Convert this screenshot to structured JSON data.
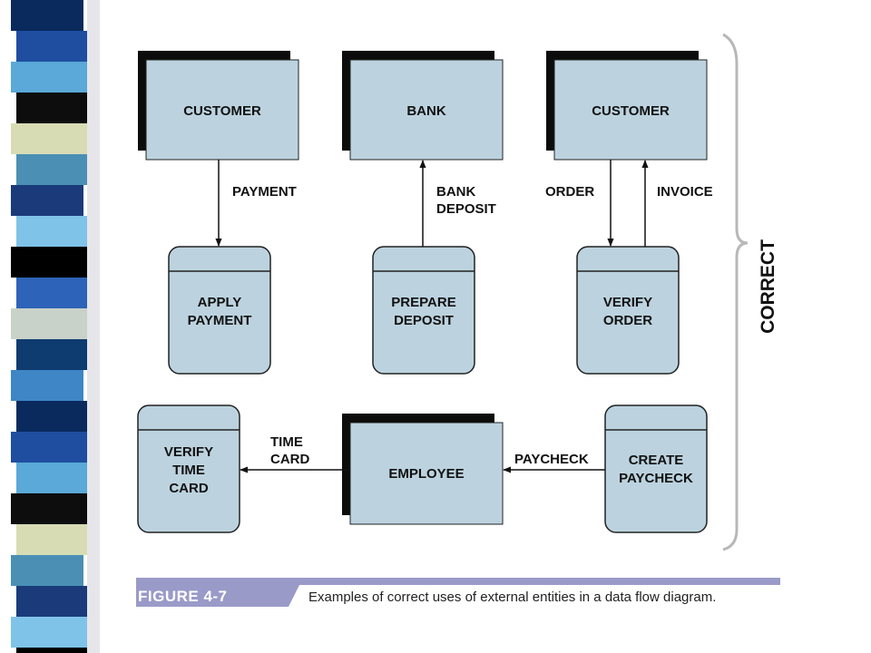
{
  "colors": {
    "box_fill": "#bcd3df",
    "shadow": "#0c0c0c",
    "figure_bar": "#9a9ac8",
    "strip": [
      "#0a2a5e",
      "#1f4ea0",
      "#5aa9d8",
      "#0d0d0d",
      "#d8dcb5",
      "#4b8fb5",
      "#1b3a7a",
      "#7fc3e8",
      "#000000",
      "#2d63b8",
      "#c9d2c8",
      "#0e3b70",
      "#3f86c6"
    ]
  },
  "entities": {
    "customer_1": "CUSTOMER",
    "bank": "BANK",
    "customer_2": "CUSTOMER",
    "employee": "EMPLOYEE"
  },
  "processes": {
    "apply_payment": [
      "APPLY",
      "PAYMENT"
    ],
    "prepare_deposit": [
      "PREPARE",
      "DEPOSIT"
    ],
    "verify_order": [
      "VERIFY",
      "ORDER"
    ],
    "verify_time_card": [
      "VERIFY",
      "TIME",
      "CARD"
    ],
    "create_paycheck": [
      "CREATE",
      "PAYCHECK"
    ]
  },
  "flows": {
    "payment": [
      "PAYMENT"
    ],
    "bank_deposit": [
      "BANK",
      "DEPOSIT"
    ],
    "order": [
      "ORDER"
    ],
    "invoice": [
      "INVOICE"
    ],
    "time_card": [
      "TIME",
      "CARD"
    ],
    "paycheck": [
      "PAYCHECK"
    ]
  },
  "side_label": "CORRECT",
  "figure": {
    "number": "FIGURE 4-7",
    "caption": "Examples of correct uses of external entities in a data flow diagram."
  }
}
